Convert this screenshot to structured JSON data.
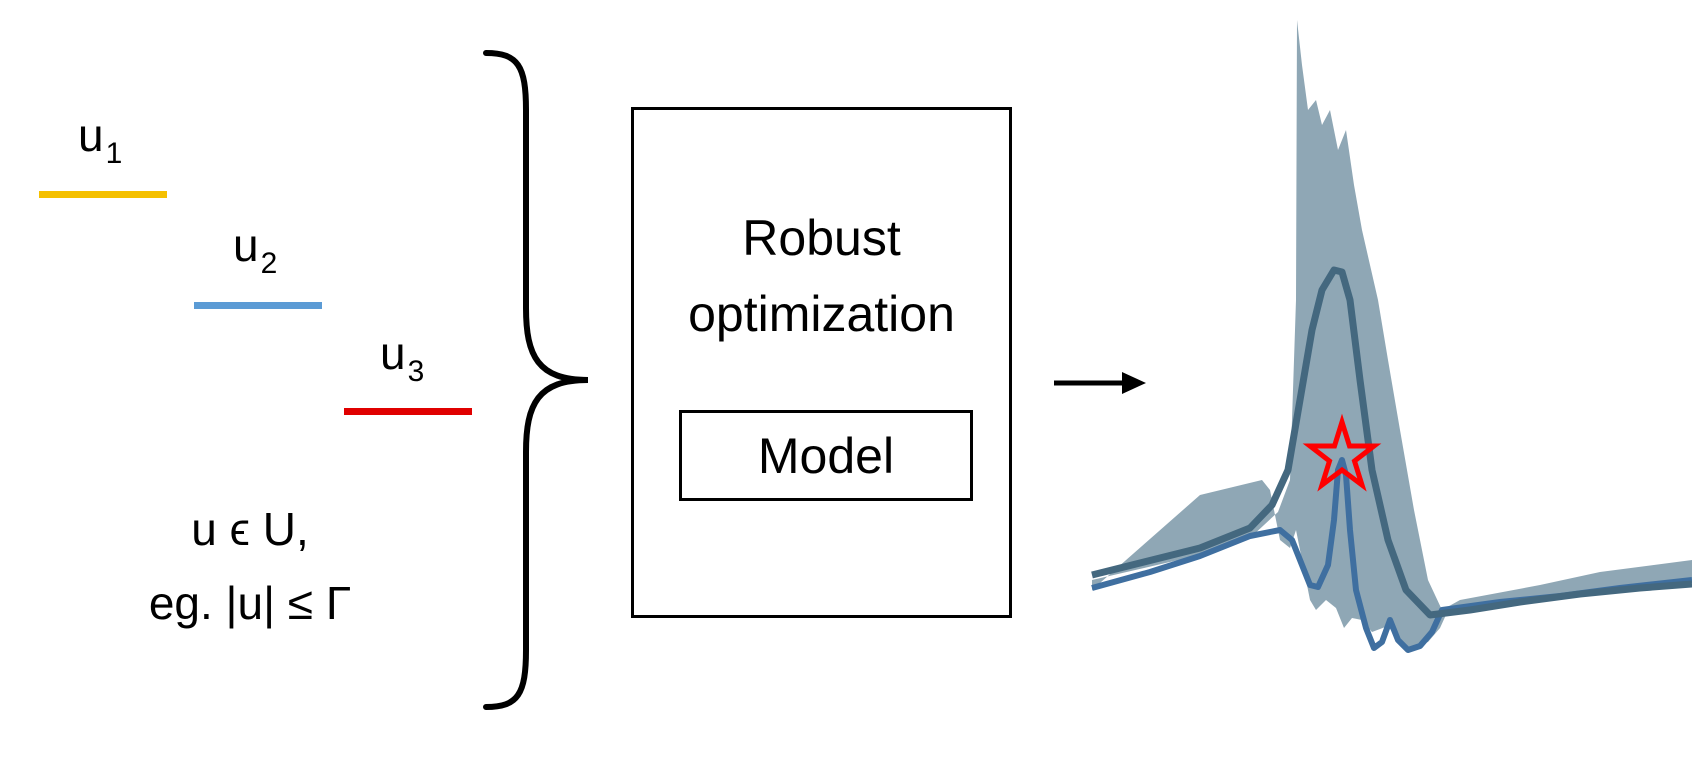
{
  "uncertainty": {
    "items": [
      {
        "base": "u",
        "sub": "1",
        "color": "#f5c000"
      },
      {
        "base": "u",
        "sub": "2",
        "color": "#5b9bd5"
      },
      {
        "base": "u",
        "sub": "3",
        "color": "#e00000"
      }
    ],
    "constraint_line1": "u ϵ U,",
    "constraint_line2": "eg. |u| ≤ Γ"
  },
  "optimizer": {
    "title_line1": "Robust",
    "title_line2": "optimization",
    "model_label": "Model"
  },
  "result": {
    "band_color": "#8fa7b5",
    "nominal_color": "#44687f",
    "robust_color": "#3f6fa0",
    "star_color": "#ff0000"
  }
}
